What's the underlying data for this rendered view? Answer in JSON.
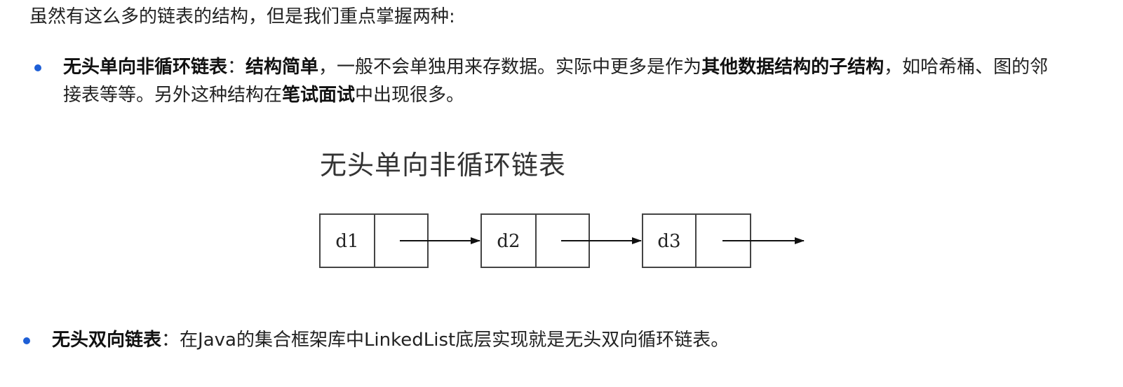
{
  "intro": "虽然有这么多的链表的结构，但是我们重点掌握两种:",
  "items": [
    {
      "term": "无头单向非循环链表",
      "sep": "：",
      "b1": "结构简单",
      "t1": "，一般不会单独用来存数据。实际中更多是作为",
      "b2": "其他数据结构的子结构",
      "t2": "，如哈希桶、图的邻接表等等。另外这种结构在",
      "b3": "笔试面试",
      "t3": "中出现很多。"
    },
    {
      "term": "无头双向链表",
      "sep": "：",
      "t1": "在Java的集合框架库中LinkedList底层实现就是无头双向循环链表。"
    }
  ],
  "diagram": {
    "title": "无头单向非循环链表",
    "nodes": [
      "d1",
      "d2",
      "d3"
    ]
  },
  "colors": {
    "bullet": "#1e5fd6",
    "text": "#222222"
  }
}
